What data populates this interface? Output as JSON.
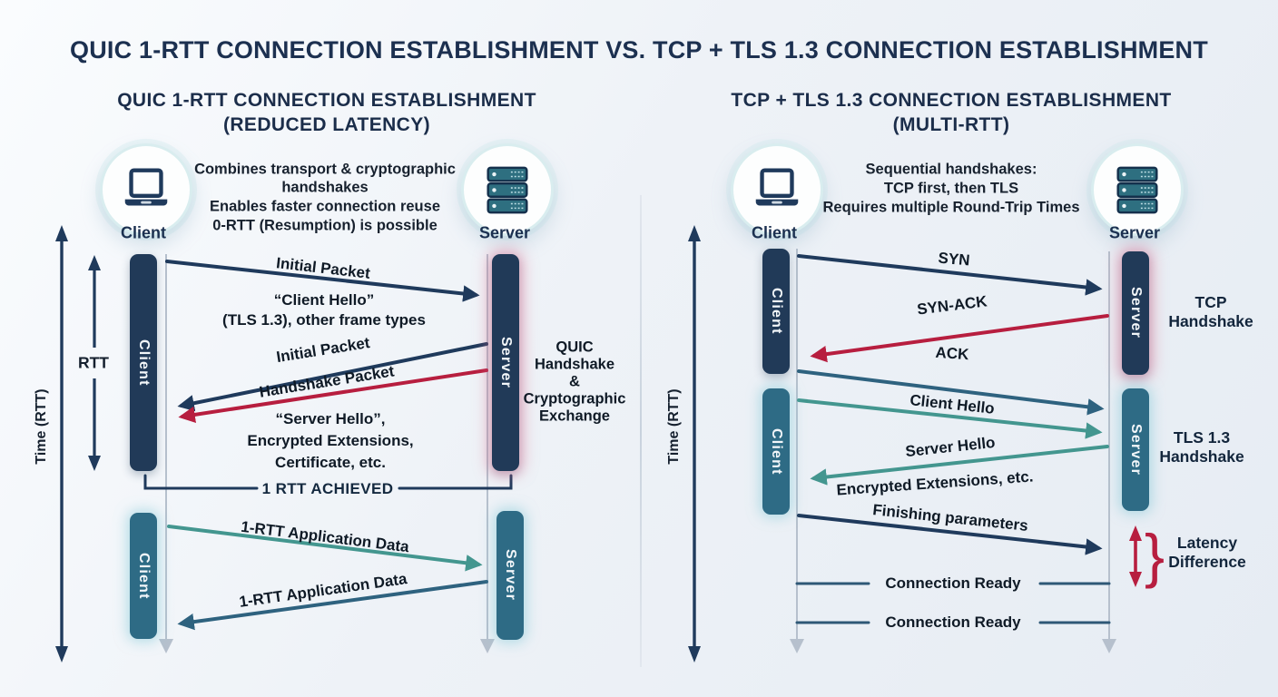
{
  "title": "QUIC 1-RTT CONNECTION ESTABLISHMENT VS. TCP + TLS 1.3 CONNECTION ESTABLISHMENT",
  "colors": {
    "navy": "#1f3a5c",
    "bar_navy": "#213a58",
    "steel": "#2e6b85",
    "red": "#b71e3f",
    "teal": "#43968f",
    "lifeline_gray": "#b6c0cd",
    "text_dark": "#0f1a26",
    "background": "#eef2f7"
  },
  "left": {
    "heading1": "QUIC 1-RTT CONNECTION ESTABLISHMENT",
    "heading2": "(REDUCED LATENCY)",
    "client_caption": "Client",
    "server_caption": "Server",
    "note1": "Combines transport & cryptographic",
    "note2": "handshakes",
    "note3": "Enables faster connection reuse",
    "note4": "0-RTT (Resumption) is possible",
    "time_axis": "Time (RTT)",
    "rtt_axis": "RTT",
    "bar_client": "Client",
    "bar_server": "Server",
    "msg_initial1": "Initial Packet",
    "msg_client_hello1": "“Client Hello”",
    "msg_client_hello2": "(TLS 1.3), other frame types",
    "msg_initial2": "Initial Packet",
    "msg_handshake": "Handshake Packet",
    "msg_server_hello1": "“Server Hello”,",
    "msg_server_hello2": "Encrypted Extensions,",
    "msg_server_hello3": "Certificate, etc.",
    "side1": "QUIC",
    "side2": "Handshake",
    "side3": "&",
    "side4": "Cryptographic",
    "side5": "Exchange",
    "rtt_achieved": "1 RTT ACHIEVED",
    "msg_app_data1": "1-RTT Application Data",
    "msg_app_data2": "1-RTT Application Data"
  },
  "right": {
    "heading1": "TCP + TLS 1.3 CONNECTION ESTABLISHMENT",
    "heading2": "(MULTI-RTT)",
    "client_caption": "Client",
    "server_caption": "Server",
    "note1": "Sequential handshakes:",
    "note2": "TCP first, then TLS",
    "note3": "Requires multiple Round-Trip Times",
    "time_axis": "Time (RTT)",
    "bar_client": "Client",
    "bar_server": "Server",
    "msg_syn": "SYN",
    "msg_synack": "SYN-ACK",
    "msg_ack": "ACK",
    "tcp_label1": "TCP",
    "tcp_label2": "Handshake",
    "msg_client_hello": "Client Hello",
    "msg_server_hello": "Server Hello",
    "msg_enc_ext": "Encrypted Extensions, etc.",
    "msg_finishing": "Finishing parameters",
    "tls_label1": "TLS 1.3",
    "tls_label2": "Handshake",
    "msg_conn_ready1": "Connection Ready",
    "msg_conn_ready2": "Connection Ready",
    "latency1": "Latency",
    "latency2": "Difference"
  }
}
